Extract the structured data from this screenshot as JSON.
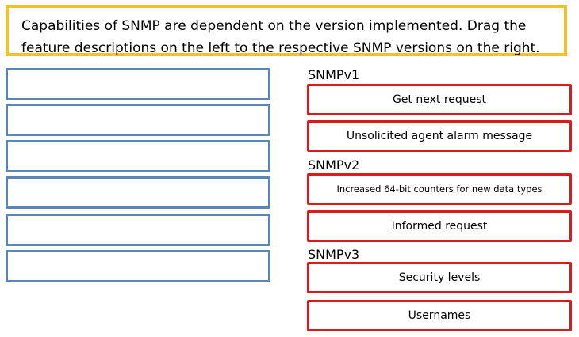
{
  "instructions": {
    "line1": "Capabilities of SNMP  are dependent on the version implemented. Drag the",
    "line2": "feature descriptions on the left to the respective SNMP  versions on the right."
  },
  "drop_slots": [
    "",
    "",
    "",
    "",
    "",
    ""
  ],
  "versions": [
    {
      "label": "SNMPv1",
      "features": [
        "Get next request",
        "Unsolicited agent alarm message"
      ]
    },
    {
      "label": "SNMPv2",
      "features": [
        "Increased 64-bit counters for new data types",
        "Informed request"
      ]
    },
    {
      "label": "SNMPv3",
      "features": [
        "Security levels",
        "Usernames"
      ]
    }
  ],
  "colors": {
    "instruction_border": "#f2c12e",
    "drop_slot_border": "#5b85b6",
    "feature_border": "#dd1a1a"
  }
}
